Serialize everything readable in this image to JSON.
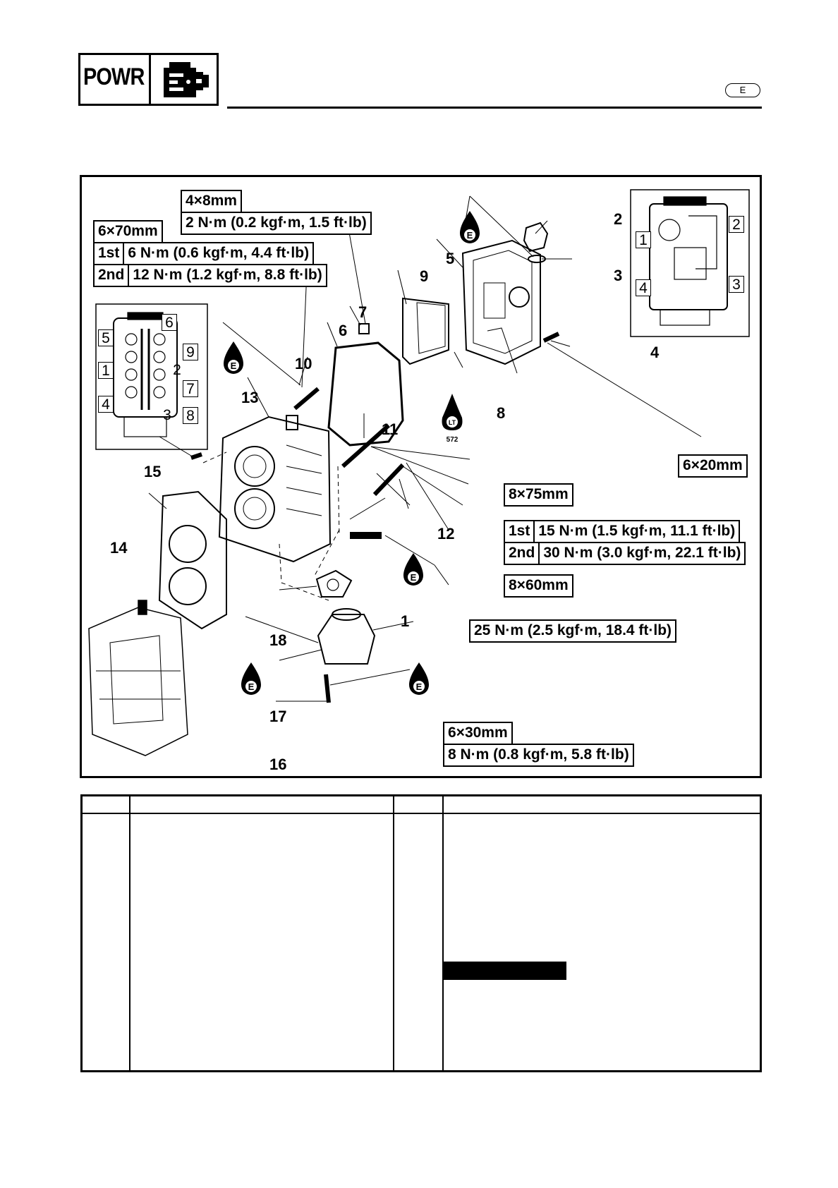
{
  "header": {
    "section_label": "POWR",
    "section_icon": "power-unit-icon",
    "language_badge": "E"
  },
  "diagram": {
    "icons": {
      "engine_oil": "engine-oil-icon",
      "engine_oil_letter": "E",
      "loctite": "loctite-icon",
      "loctite_letter": "LT",
      "loctite_number": "572"
    },
    "specs": {
      "bolt_4x8": {
        "size": "4×8mm",
        "torque": "2 N·m (0.2 kgf·m, 1.5 ft·lb)"
      },
      "bolt_6x70": {
        "size": "6×70mm",
        "first_label": "1st",
        "first_torque": "6 N·m (0.6 kgf·m, 4.4 ft·lb)",
        "second_label": "2nd",
        "second_torque": "12 N·m (1.2 kgf·m, 8.8 ft·lb)"
      },
      "bolt_6x20": {
        "size": "6×20mm"
      },
      "bolt_8x75": {
        "size": "8×75mm"
      },
      "bolt_8x60": {
        "size": "8×60mm",
        "first_label": "1st",
        "first_torque": "15 N·m (1.5 kgf·m, 11.1 ft·lb)",
        "second_label": "2nd",
        "second_torque": "30 N·m (3.0 kgf·m, 22.1 ft·lb)"
      },
      "sensor_1": {
        "torque": "25 N·m (2.5 kgf·m, 18.4 ft·lb)"
      },
      "bolt_6x30": {
        "size": "6×30mm",
        "torque": "8 N·m (0.8 kgf·m, 5.8 ft·lb)"
      }
    },
    "callouts": [
      "1",
      "2",
      "3",
      "4",
      "5",
      "6",
      "7",
      "8",
      "9",
      "10",
      "11",
      "12",
      "13",
      "14",
      "15",
      "16",
      "17",
      "18"
    ],
    "left_inset_numbers": [
      "6",
      "5",
      "9",
      "1",
      "2",
      "7",
      "4",
      "3",
      "8"
    ],
    "right_inset_numbers": [
      "2",
      "1",
      "4",
      "3"
    ]
  },
  "parts_table": {
    "columns": [
      "",
      "",
      "",
      ""
    ],
    "rows": []
  }
}
